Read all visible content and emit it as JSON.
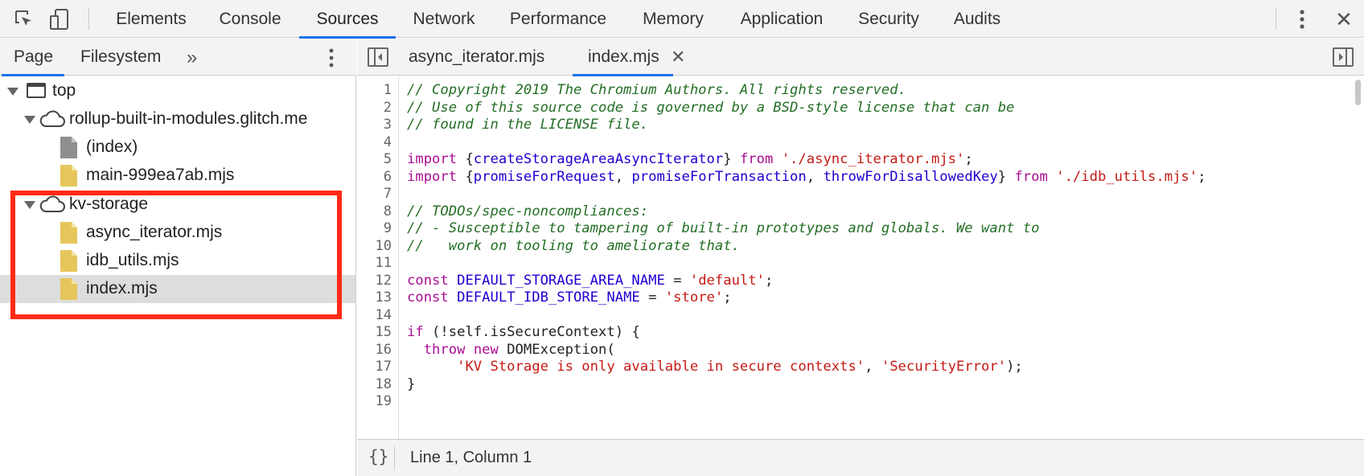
{
  "toolbar": {
    "tabs": [
      "Elements",
      "Console",
      "Sources",
      "Network",
      "Performance",
      "Memory",
      "Application",
      "Security",
      "Audits"
    ],
    "active_tab": "Sources",
    "close_symbol": "✕"
  },
  "navigator": {
    "tabs": [
      "Page",
      "Filesystem"
    ],
    "more_symbol": "»",
    "tree": [
      {
        "label": "top",
        "icon": "frame-icon"
      },
      {
        "label": "rollup-built-in-modules.glitch.me",
        "icon": "cloud-icon"
      },
      {
        "label": "(index)",
        "icon": "document-icon"
      },
      {
        "label": "main-999ea7ab.mjs",
        "icon": "script-file-icon"
      },
      {
        "label": "kv-storage",
        "icon": "cloud-icon"
      },
      {
        "label": "async_iterator.mjs",
        "icon": "script-file-icon"
      },
      {
        "label": "idb_utils.mjs",
        "icon": "script-file-icon"
      },
      {
        "label": "index.mjs",
        "icon": "script-file-icon",
        "selected": true
      }
    ]
  },
  "editor": {
    "tabs": [
      "async_iterator.mjs",
      "index.mjs"
    ],
    "active_tab": "index.mjs",
    "tab_close_symbol": "✕",
    "line_numbers": [
      "1",
      "2",
      "3",
      "4",
      "5",
      "6",
      "7",
      "8",
      "9",
      "10",
      "11",
      "12",
      "13",
      "14",
      "15",
      "16",
      "17",
      "18",
      "19"
    ],
    "lines": [
      [
        {
          "t": "// Copyright 2019 The Chromium Authors. All rights reserved.",
          "c": "c"
        }
      ],
      [
        {
          "t": "// Use of this source code is governed by a BSD-style license that can be",
          "c": "c"
        }
      ],
      [
        {
          "t": "// found in the LICENSE file.",
          "c": "c"
        }
      ],
      [],
      [
        {
          "t": "import",
          "c": "k"
        },
        {
          "t": " {",
          "c": "d"
        },
        {
          "t": "createStorageAreaAsyncIterator",
          "c": "v"
        },
        {
          "t": "} ",
          "c": "d"
        },
        {
          "t": "from",
          "c": "k"
        },
        {
          "t": " ",
          "c": "d"
        },
        {
          "t": "'./async_iterator.mjs'",
          "c": "s"
        },
        {
          "t": ";",
          "c": "d"
        }
      ],
      [
        {
          "t": "import",
          "c": "k"
        },
        {
          "t": " {",
          "c": "d"
        },
        {
          "t": "promiseForRequest",
          "c": "v"
        },
        {
          "t": ", ",
          "c": "d"
        },
        {
          "t": "promiseForTransaction",
          "c": "v"
        },
        {
          "t": ", ",
          "c": "d"
        },
        {
          "t": "throwForDisallowedKey",
          "c": "v"
        },
        {
          "t": "} ",
          "c": "d"
        },
        {
          "t": "from",
          "c": "k"
        },
        {
          "t": " ",
          "c": "d"
        },
        {
          "t": "'./idb_utils.mjs'",
          "c": "s"
        },
        {
          "t": ";",
          "c": "d"
        }
      ],
      [],
      [
        {
          "t": "// TODOs/spec-noncompliances:",
          "c": "c"
        }
      ],
      [
        {
          "t": "// - Susceptible to tampering of built-in prototypes and globals. We want to",
          "c": "c"
        }
      ],
      [
        {
          "t": "//   work on tooling to ameliorate that.",
          "c": "c"
        }
      ],
      [],
      [
        {
          "t": "const",
          "c": "k"
        },
        {
          "t": " ",
          "c": "d"
        },
        {
          "t": "DEFAULT_STORAGE_AREA_NAME",
          "c": "v"
        },
        {
          "t": " = ",
          "c": "d"
        },
        {
          "t": "'default'",
          "c": "s"
        },
        {
          "t": ";",
          "c": "d"
        }
      ],
      [
        {
          "t": "const",
          "c": "k"
        },
        {
          "t": " ",
          "c": "d"
        },
        {
          "t": "DEFAULT_IDB_STORE_NAME",
          "c": "v"
        },
        {
          "t": " = ",
          "c": "d"
        },
        {
          "t": "'store'",
          "c": "s"
        },
        {
          "t": ";",
          "c": "d"
        }
      ],
      [],
      [
        {
          "t": "if",
          "c": "k"
        },
        {
          "t": " (!self.isSecureContext) {",
          "c": "d"
        }
      ],
      [
        {
          "t": "  ",
          "c": "d"
        },
        {
          "t": "throw",
          "c": "k"
        },
        {
          "t": " ",
          "c": "d"
        },
        {
          "t": "new",
          "c": "k"
        },
        {
          "t": " DOMException(",
          "c": "d"
        }
      ],
      [
        {
          "t": "      ",
          "c": "d"
        },
        {
          "t": "'KV Storage is only available in secure contexts'",
          "c": "s"
        },
        {
          "t": ", ",
          "c": "d"
        },
        {
          "t": "'SecurityError'",
          "c": "s"
        },
        {
          "t": ");",
          "c": "d"
        }
      ],
      [
        {
          "t": "}",
          "c": "d"
        }
      ],
      []
    ]
  },
  "status": {
    "format_symbol": "{}",
    "cursor_position": "Line 1, Column 1"
  },
  "colors": {
    "accent": "#1a73e8",
    "annotation": "#ff2a15",
    "comment": "#236e25",
    "keyword": "#aa0d91",
    "string": "#c41a16",
    "identifier": "#1c00cf"
  }
}
